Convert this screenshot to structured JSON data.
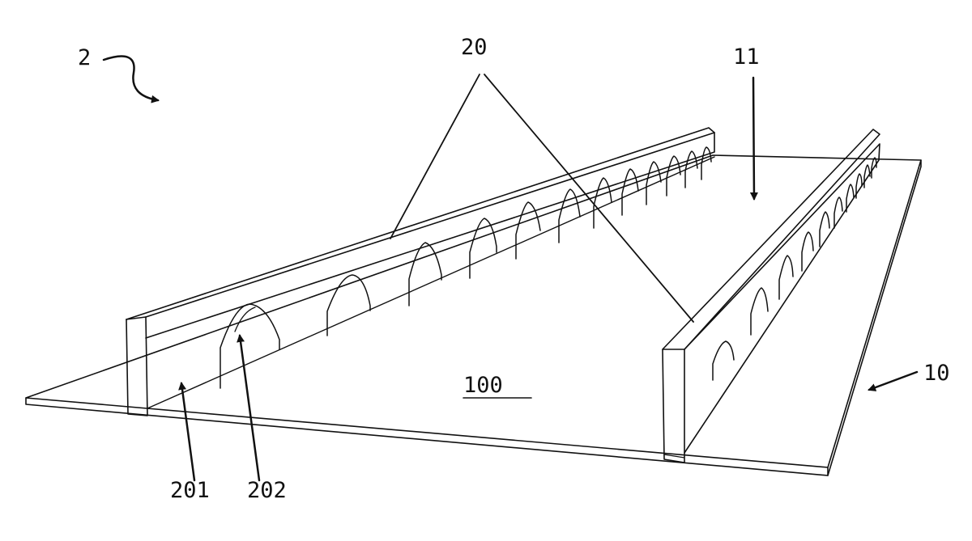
{
  "labels": {
    "device": "2",
    "rails": "20",
    "channel": "11",
    "surface": "100",
    "substrate": "10",
    "wall": "201",
    "opening": "202"
  },
  "colors": {
    "ink": "#111111",
    "paper": "#ffffff"
  }
}
